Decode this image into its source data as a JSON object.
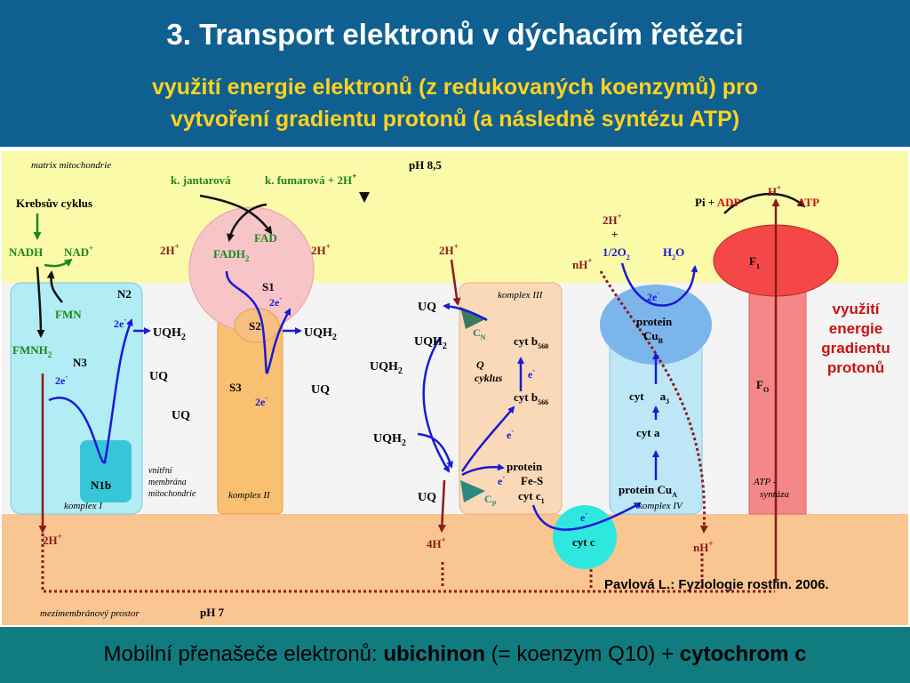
{
  "header": {
    "title": "3. Transport elektronů v dýchacím řetězci",
    "subtitle_line1": "využití energie elektronů (z redukovaných koenzymů) pro",
    "subtitle_line2": "vytvoření gradientu protonů (a následně syntézu ATP)"
  },
  "footer": {
    "prefix": "Mobilní přenašeče elektronů: ",
    "bold1": "ubichinon",
    "middle": " (= koenzym Q10) + ",
    "bold2": "cytochrom c"
  },
  "citation": "Pavlová L.: Fyziologie rostlin. 2006.",
  "side_note": "využití energie gradientu protonů",
  "colors": {
    "header_bg": "#0f6090",
    "subtitle": "#ffd21f",
    "footer_bg": "#107c80",
    "matrix": "#fafaa8",
    "intermembrane": "#f9c590",
    "electron_arrow": "#1a1ad6",
    "proton_arrow": "#8b1a1a",
    "label_red": "#cc1010"
  },
  "diagram": {
    "matrix_label": "matrix mitochondrie",
    "ph_matrix": "pH 8,5",
    "ims_label": "mezimembránový prostor",
    "ph_ims": "pH 7",
    "membrane_label": [
      "vnitřní",
      "membrána",
      "mitochondrie"
    ],
    "krebs": "Krebsův cyklus",
    "nadh": "NADH",
    "nad": "NAD",
    "plus": "+",
    "superscript_minus": "-",
    "fmn": "FMN",
    "fmnh2": "FMNH",
    "two": "2",
    "n2": "N2",
    "n3": "N3",
    "n1b": "N1b",
    "e2": "2e",
    "e1": "e",
    "h2": "2H",
    "h4": "4H",
    "nh": "nH",
    "h": "H",
    "uq": "UQ",
    "uqh2": "UQH",
    "complex1": "komplex I",
    "complex2": "komplex II",
    "complex3": "komplex III",
    "complex4": "komplex IV",
    "succinate": "k. jantarová",
    "fumarate": "k. fumarová + 2H",
    "fad": "FAD",
    "fadh2": "FADH",
    "s1": "S1",
    "s2": "S2",
    "s3": "S3",
    "q_cycle1": "Q",
    "q_cycle2": "cyklus",
    "cn": "C",
    "cn_sub": "N",
    "cp": "C",
    "cp_sub": "P",
    "cyt_b560": "cyt b",
    "b560_sub": "560",
    "cyt_b566": "cyt b",
    "b566_sub": "566",
    "protein_fes1": "protein",
    "protein_fes2": "Fe-S",
    "cyt_c1": "cyt c",
    "c1_sub": "1",
    "cyt_c": "cyt c",
    "protein_cub1": "protein",
    "protein_cub2": "Cu",
    "cub_sub": "B",
    "cyt_a3_cyt": "cyt",
    "cyt_a3_a": "a",
    "a3_sub": "3",
    "cyt_a": "cyt a",
    "protein_cua": "protein Cu",
    "cua_sub": "A",
    "o2": "1/2O",
    "h2o": "H",
    "h2o_o": "O",
    "pi_adp": "Pi + ",
    "adp": "ADP",
    "atp": "ATP",
    "f1": "F",
    "f1_sub": "1",
    "fo": "F",
    "fo_sub": "O",
    "atp_synthase1": "ATP   -",
    "atp_synthase2": "syntáza"
  }
}
